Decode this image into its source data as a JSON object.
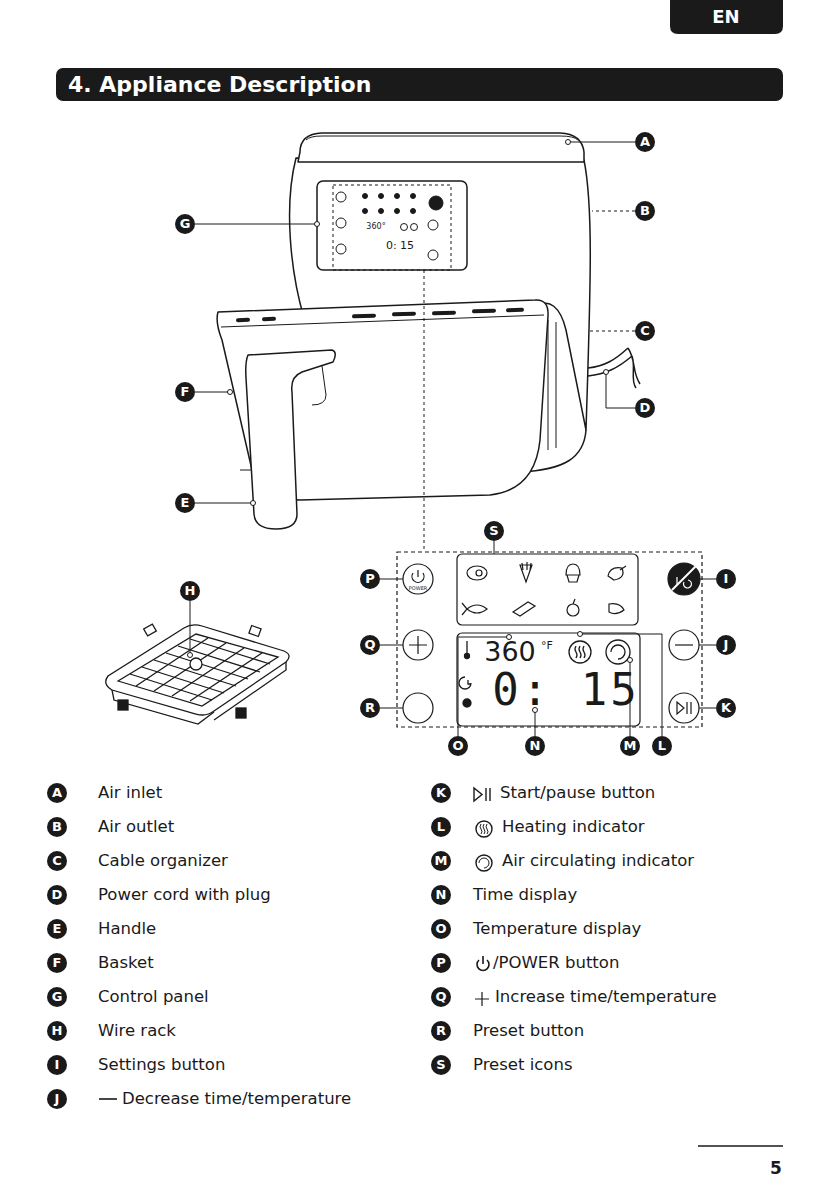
{
  "diagram": {
    "title": "4. Appliance Description",
    "labels": [
      "EN",
      "A",
      "B",
      "G",
      "360°",
      "0: 15",
      "C",
      "F",
      "D",
      "E",
      "S",
      "H",
      "P",
      "POWER",
      "I",
      "Q",
      "360",
      "°F",
      "J",
      "R",
      "0: 15",
      "K",
      "O",
      "N",
      "M",
      "L",
      "A",
      "Air inlet",
      "K",
      "Start/pause button",
      "B",
      "Air outlet",
      "L",
      "Heating indicator",
      "C",
      "Cable organizer",
      "M",
      "Air circulating indicator",
      "D",
      "Power cord with plug",
      "N",
      "Time display",
      "E",
      "Handle",
      "O",
      "Temperature display",
      "F",
      "Basket",
      "P",
      "/POWER button",
      "G",
      "Control panel",
      "Q",
      "Increase time/temperature",
      "H",
      "Wire rack",
      "R",
      "Preset button",
      "I",
      "Settings button",
      "S",
      "Preset icons",
      "J",
      "Decrease time/temperature",
      "5"
    ]
  }
}
